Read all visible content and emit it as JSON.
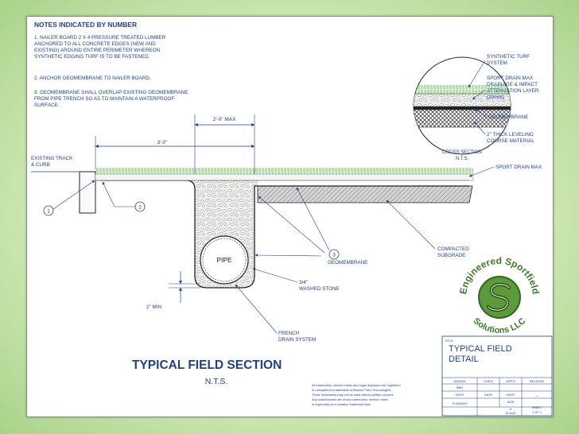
{
  "notes": {
    "heading": "NOTES INDICATED BY NUMBER",
    "lines": [
      "1. NAILER BOARD 2 X 4 PRESSURE TREATED LUMBER",
      "ANCHORED TO ALL CONCRETE EDGES (NEW AND",
      "EXISTING) AROUND ENTIRE PERIMETER WHEREON",
      "SYNTHETIC EDGING TURF IS TO BE FASTENED.",
      "2. ANCHOR GEOMEMBRANE TO NAILER BOARD.",
      "3. GEOMEMBRANE SHALL OVERLAP EXISTING GEOMEMBRANE",
      "FROM PIPE TRENCH SO AS TO MAINTAIN A WATERPROOF",
      "SURFACE."
    ]
  },
  "dimensions": {
    "trench_width": "2'-0\" MAX",
    "overall": "3'-0\"",
    "pipe_clearance": "2\" MIN"
  },
  "labels": {
    "existing_track_1": "EXISTING TRACK",
    "existing_track_2": "& CURB",
    "pipe": "PIPE",
    "geomembrane": "GEOMEMBRANE",
    "washed_stone_1": "3/4\"",
    "washed_stone_2": "WASHED STONE",
    "french_drain_1": "FRENCH",
    "french_drain_2": "DRAIN SYSTEM",
    "compacted_1": "COMPACTED",
    "compacted_2": "SUBGRADE",
    "sport_drain_max": "SPORT DRAIN MAX",
    "callout_1": "1",
    "callout_2": "2",
    "callout_3": "3"
  },
  "cross_section": {
    "title": "CROSS SECTION",
    "subtitle": "N.T.S.",
    "synthetic_turf_1": "SYNTHETIC TURF",
    "synthetic_turf_2": "SYSTEM",
    "sport_drain_1": "SPORT DRAIN MAX",
    "sport_drain_2": "DRAINAGE & IMPACT",
    "sport_drain_3": "ATTENUATION LAYER",
    "sport_drain_4": "(20mm)",
    "geomembrane": "GEOMEMBRANE",
    "leveling_1": "2\" THICK LEVELING",
    "leveling_2": "COURSE MATERIAL"
  },
  "section_title": {
    "title": "TYPICAL FIELD SECTION",
    "subtitle": "N.T.S."
  },
  "logo": {
    "top_text": "Engineered Sportfield",
    "bottom_text": "Solutions LLC"
  },
  "disclaimer": [
    "All trademarks, service marks and logos displayed are registered",
    "or unregistered trademarks of Beynon Farm Technologies.",
    "These trademarks may not be used without written consent.",
    "Any unauthorized use of any trademarks, service marks",
    "or logos may be a violation trademark laws."
  ],
  "title_block": {
    "title_label": "TITLE",
    "title_1": "TYPICAL FIELD",
    "title_2": "DETAIL",
    "headers": [
      "DRAWN",
      "CHK'D",
      "APP'D",
      "RELEASE"
    ],
    "r1": "BBS",
    "date": "DATE",
    "dash": "—",
    "file": "FLAD0000",
    "size": "SIZE",
    "size_val": "#",
    "scale": "SCALE",
    "sheet_label": "SHEET",
    "sheet_val": "1 OF 1"
  },
  "colors": {
    "line": "#1c3f99",
    "turf": "#8fd06f",
    "background": "#cfe8b4",
    "logo": "#3f7a2a"
  }
}
